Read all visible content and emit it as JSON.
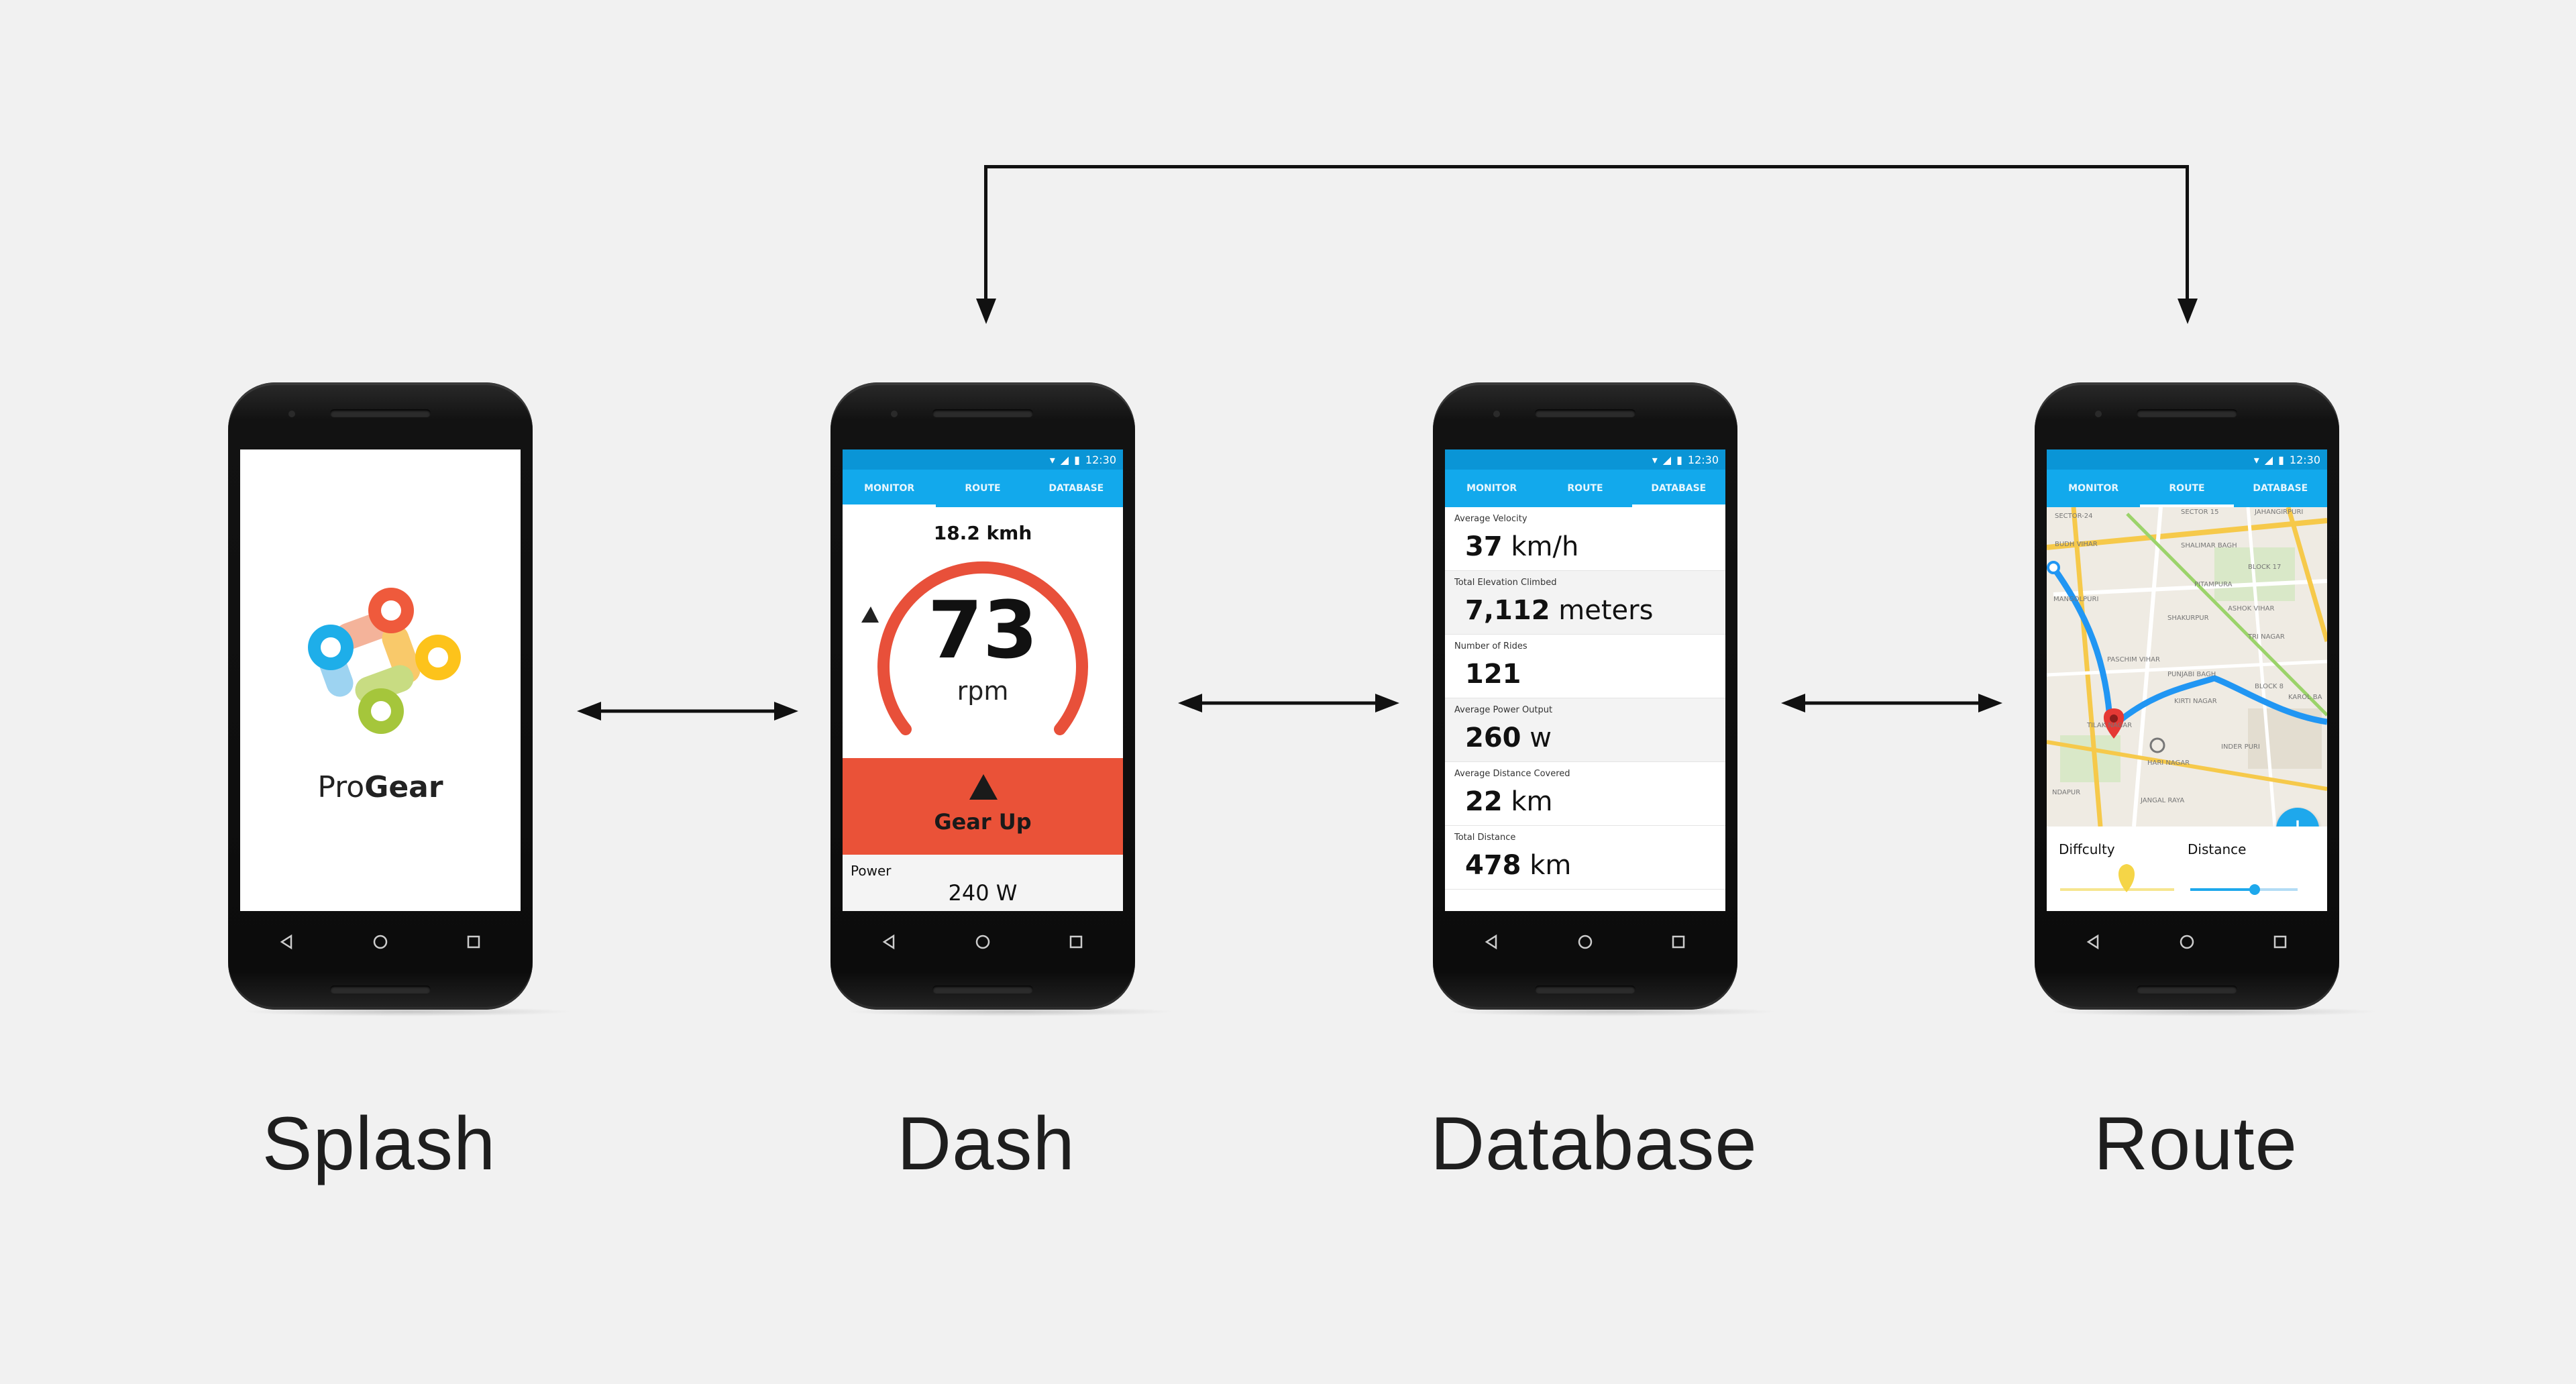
{
  "captions": {
    "splash": "Splash",
    "dash": "Dash",
    "database": "Database",
    "route": "Route"
  },
  "status": {
    "time": "12:30"
  },
  "tabs": {
    "monitor": "MONITOR",
    "route": "ROUTE",
    "database": "DATABASE"
  },
  "splash": {
    "brand_light": "Pro",
    "brand_bold": "Gear"
  },
  "dash": {
    "speed": "18.2 kmh",
    "cadence": "73",
    "cadence_unit": "rpm",
    "action_label": "Gear Up",
    "power_label": "Power",
    "power_value": "240 W",
    "colors": {
      "accent": "#ea5238",
      "gauge": "#e8503a"
    }
  },
  "database": {
    "rows": [
      {
        "label": "Average Velocity",
        "value": "37",
        "unit": "km/h"
      },
      {
        "label": "Total Elevation Climbed",
        "value": "7,112",
        "unit": "meters"
      },
      {
        "label": "Number of Rides",
        "value": "121",
        "unit": ""
      },
      {
        "label": "Average Power Output",
        "value": "260",
        "unit": "w"
      },
      {
        "label": "Average Distance Covered",
        "value": "22",
        "unit": "km"
      },
      {
        "label": "Total Distance",
        "value": "478",
        "unit": "km"
      }
    ]
  },
  "route": {
    "difficulty_label": "Diffculty",
    "distance_label": "Distance",
    "fab_label": "+",
    "map_labels": [
      "SECTOR-24",
      "BUDH VIHAR",
      "SHALIMAR BAGH",
      "MANGOLPURI",
      "PITAMPURA",
      "SHAKURPUR",
      "ASHOK VIHAR",
      "PASCHIM VIHAR",
      "TRI NAGAR",
      "PUNJABI BAGH",
      "KIRTI NAGAR",
      "KAROL BA",
      "HARI NAGAR",
      "INDER PURI",
      "JANGAL RAYA",
      "TILAK NAGAR",
      "NDAPUR",
      "BLOCK 8",
      "BLOCK 17",
      "SECTOR 15",
      "JAHANGIRPURI"
    ],
    "colors": {
      "route": "#2196f3",
      "pin": "#e53935",
      "fab": "#1ea8ec",
      "slider": "#f5d547"
    }
  }
}
